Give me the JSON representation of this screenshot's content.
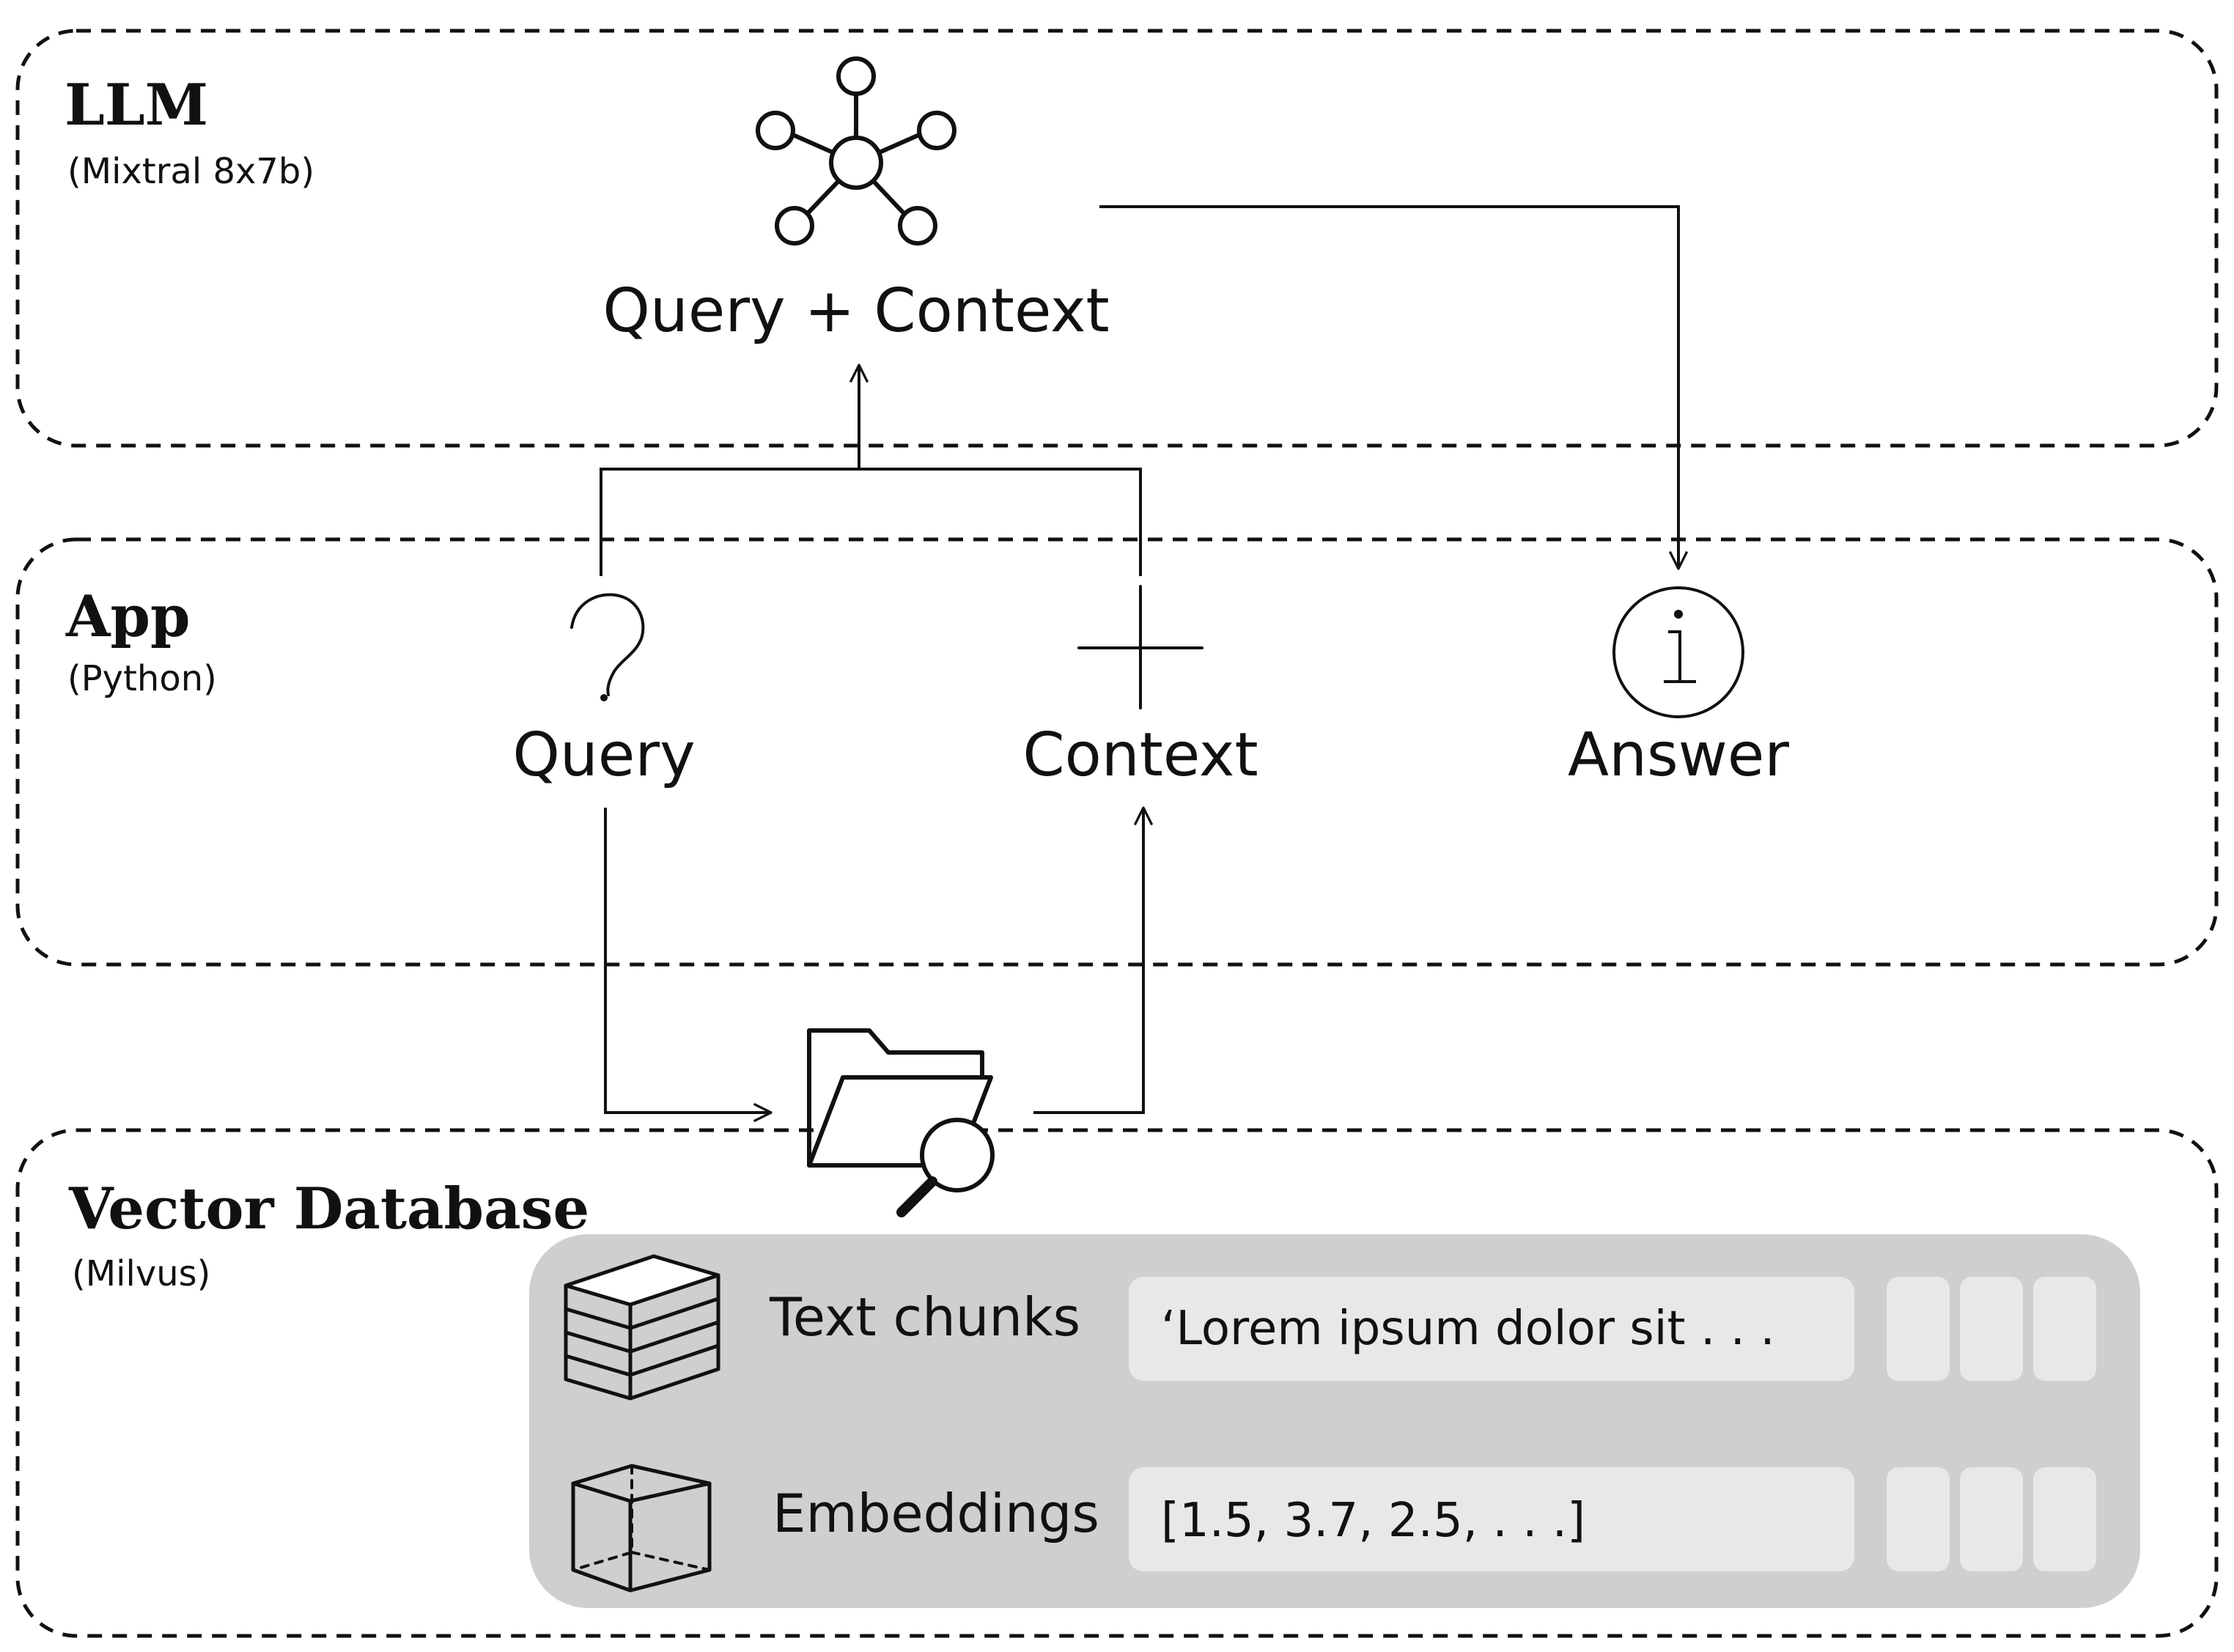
{
  "sections": {
    "llm": {
      "title": "LLM",
      "subtitle": "(Mixtral 8x7b)"
    },
    "app": {
      "title": "App",
      "subtitle": "(Python)"
    },
    "vector_db": {
      "title": "Vector Database",
      "subtitle": "(Milvus)"
    }
  },
  "nodes": {
    "query_context": {
      "label": "Query + Context",
      "icon": "network-hub-icon"
    },
    "query": {
      "label": "Query",
      "icon": "question-mark-icon"
    },
    "context": {
      "label": "Context",
      "icon": "plus-icon"
    },
    "answer": {
      "label": "Answer",
      "icon": "info-icon"
    },
    "search": {
      "icon": "folder-search-icon"
    }
  },
  "database": {
    "rows": [
      {
        "label": "Text chunks",
        "value": "‘Lorem ipsum dolor sit . . .",
        "icon": "books-icon"
      },
      {
        "label": "Embeddings",
        "value": "[1.5, 3.7, 2.5, . . .]",
        "icon": "cube-icon"
      }
    ]
  },
  "colors": {
    "stroke": "#111111",
    "db_panel": "#cfcfcf",
    "db_cell": "#e8e8e8"
  }
}
